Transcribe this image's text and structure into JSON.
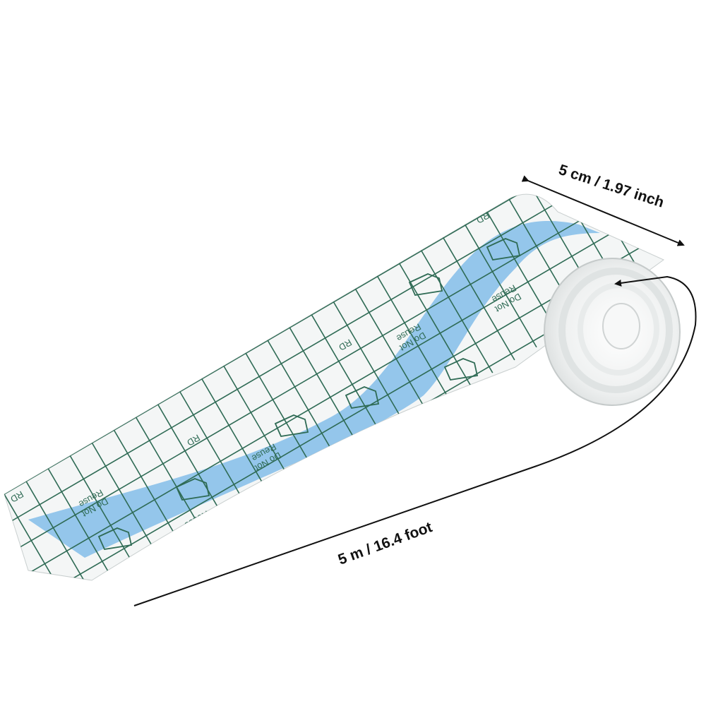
{
  "product": {
    "width_label": "5 cm / 1.97 inch",
    "length_label": "5 m / 16.4 foot",
    "print_code": "RD",
    "print_warning_line1": "Do Not",
    "print_warning_line2": "Reuse"
  },
  "colors": {
    "grid": "#2f6b55",
    "stripe": "#8ec3ea",
    "film": "#f4f6f6",
    "roll_edge": "#e6e8e8",
    "dimension_line": "#111111"
  }
}
